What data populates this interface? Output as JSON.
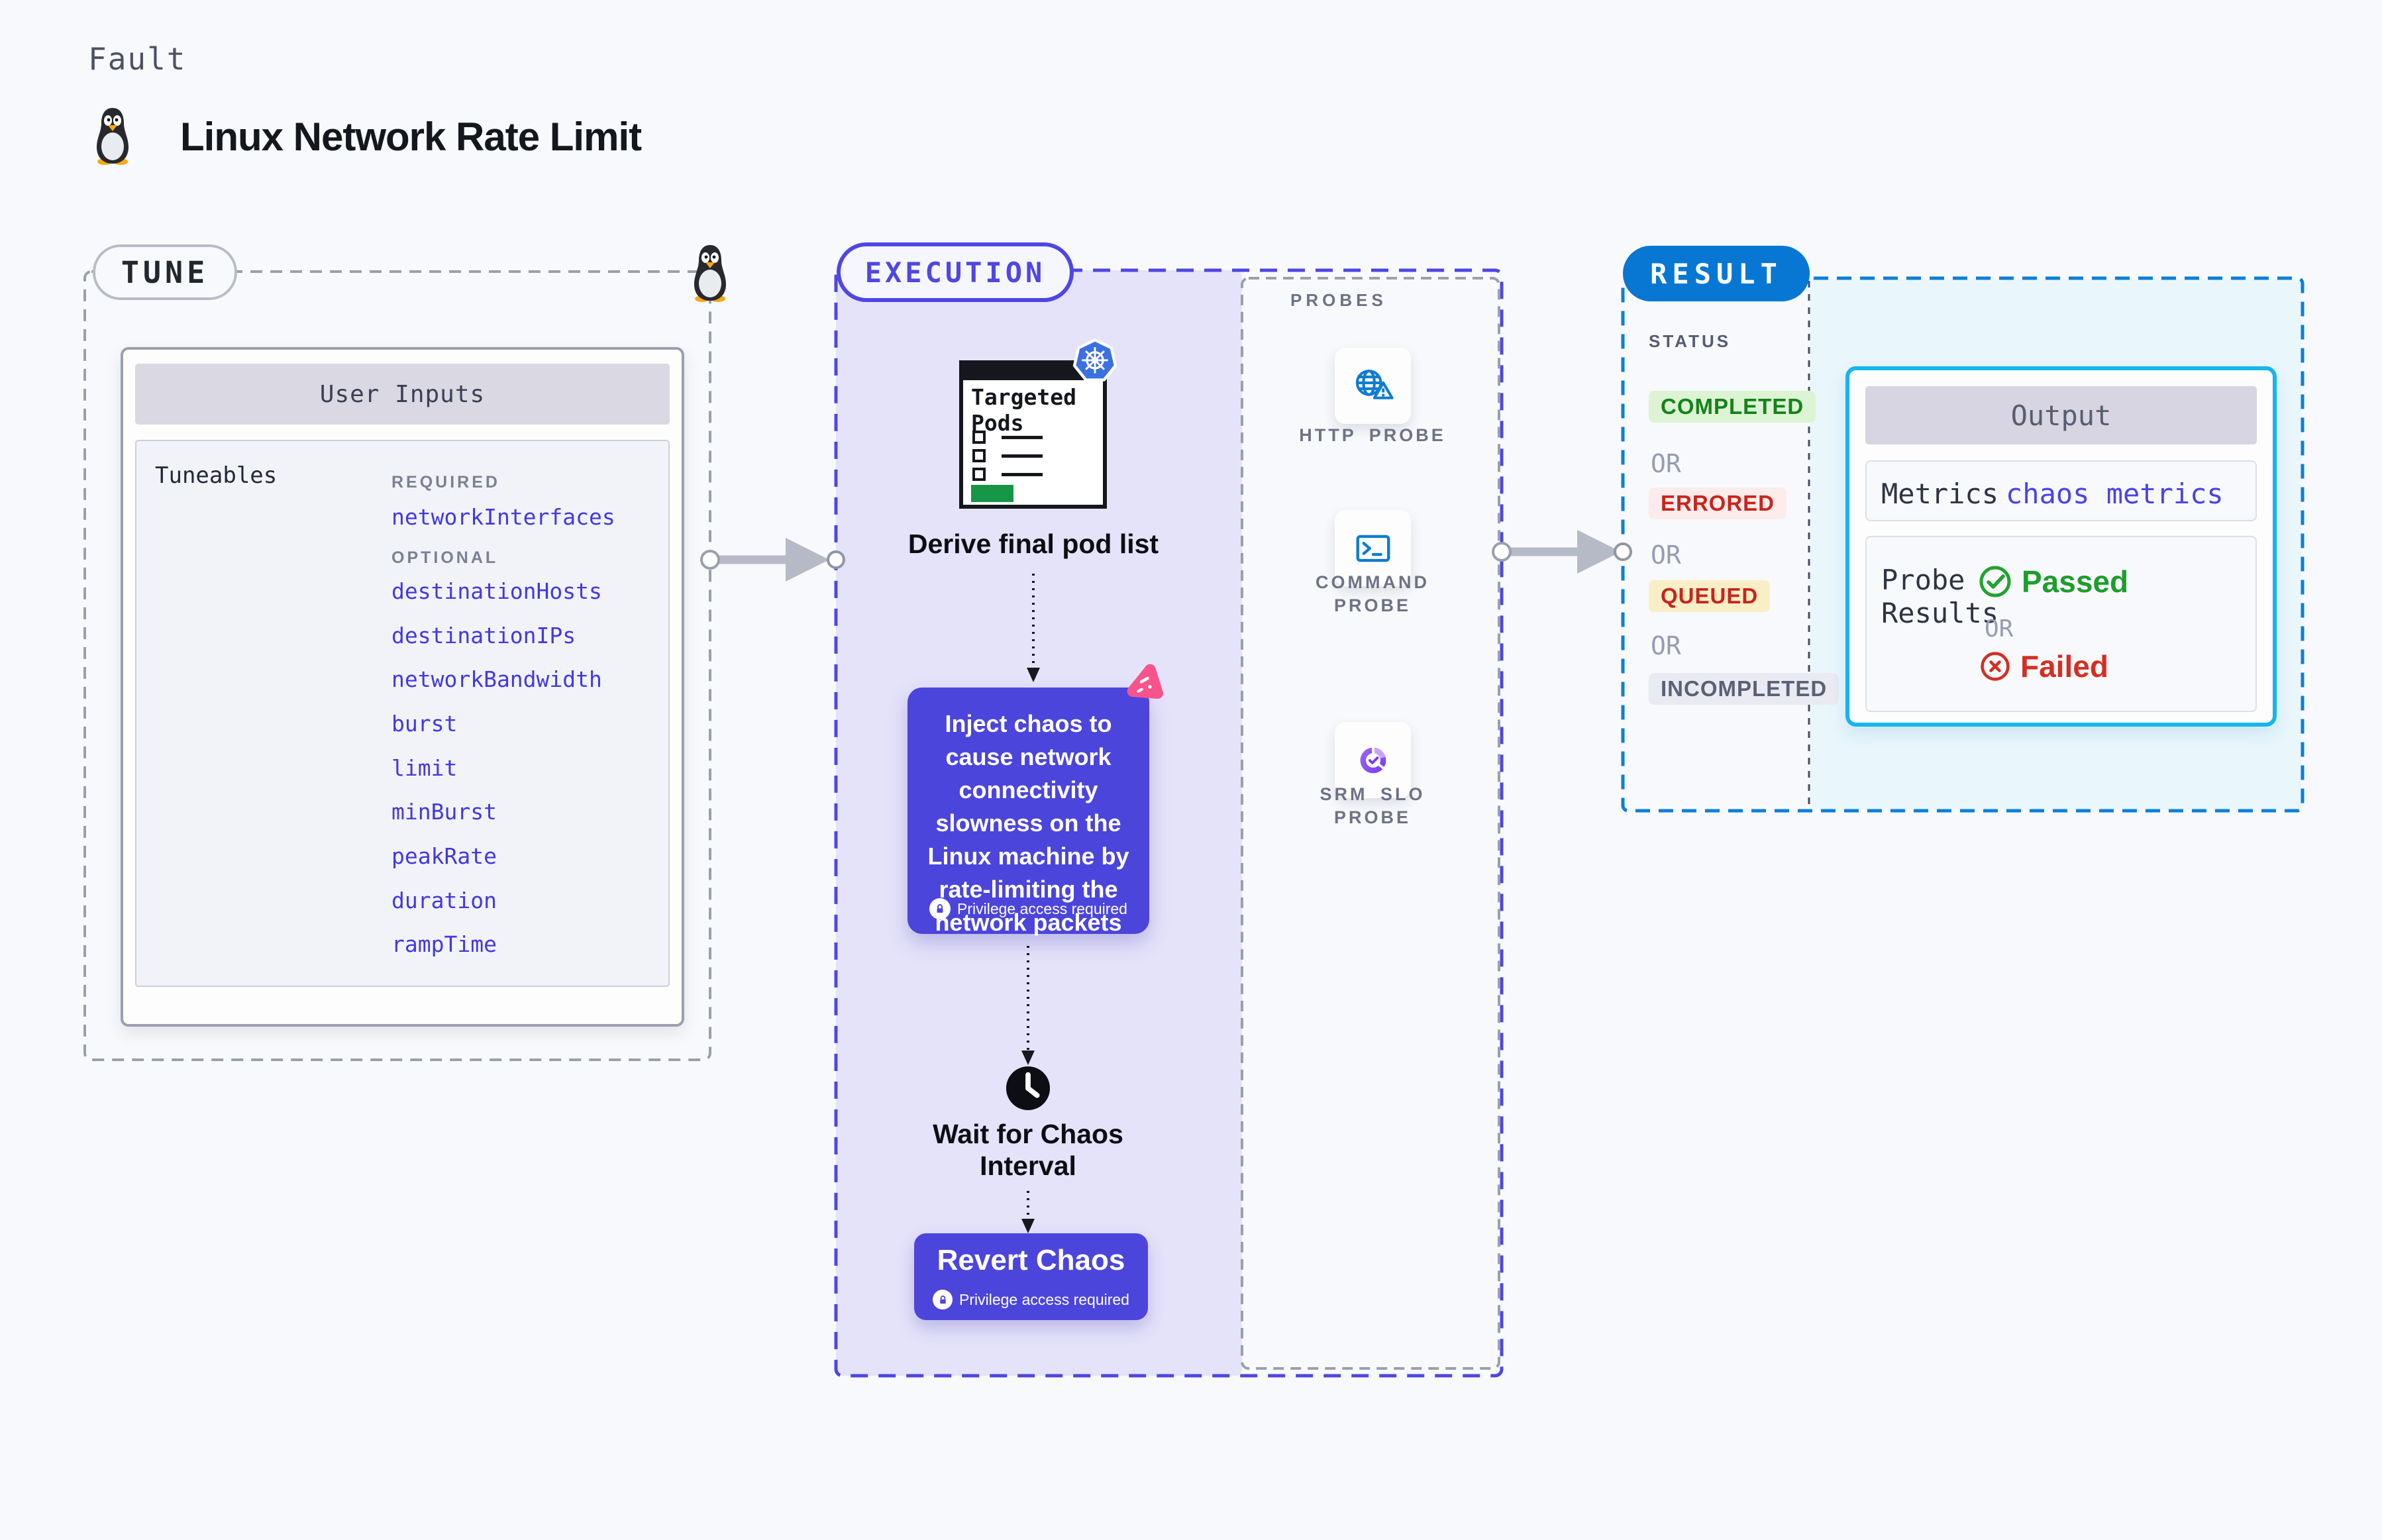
{
  "header": {
    "kicker": "Fault",
    "title": "Linux Network Rate Limit"
  },
  "tune": {
    "badge": "TUNE",
    "card_title": "User Inputs",
    "tuneables_label": "Tuneables",
    "required_label": "REQUIRED",
    "required_params": [
      "networkInterfaces"
    ],
    "optional_label": "OPTIONAL",
    "optional_params": [
      "destinationHosts",
      "destinationIPs",
      "networkBandwidth",
      "burst",
      "limit",
      "minBurst",
      "peakRate",
      "duration",
      "rampTime"
    ]
  },
  "execution": {
    "badge": "EXECUTION",
    "pods_title": "Targeted Pods",
    "derive_label": "Derive final pod list",
    "inject_text": "Inject chaos to cause network connectivity slowness on the Linux machine by rate-limiting the network packets",
    "privilege_label": "Privilege access required",
    "wait_label": "Wait for Chaos Interval",
    "revert_label": "Revert Chaos"
  },
  "probes": {
    "title": "PROBES",
    "items": [
      {
        "label": "HTTP PROBE",
        "icon": "globe-alert-icon"
      },
      {
        "label": "COMMAND PROBE",
        "icon": "terminal-icon"
      },
      {
        "label": "SRM SLO PROBE",
        "icon": "slo-pie-icon"
      }
    ]
  },
  "result": {
    "badge": "RESULT",
    "status_label": "STATUS",
    "or_label": "OR",
    "statuses": [
      {
        "label": "COMPLETED"
      },
      {
        "label": "ERRORED"
      },
      {
        "label": "QUEUED"
      },
      {
        "label": "INCOMPLETED"
      }
    ],
    "output": {
      "title": "Output",
      "metrics_label": "Metrics",
      "metrics_value": "chaos metrics",
      "probe_results_label": "Probe Results",
      "passed_label": "Passed",
      "failed_label": "Failed"
    }
  },
  "colors": {
    "accent_indigo": "#4f46e5",
    "execution_fill": "#e5e3fa",
    "inject_purple": "#4c45dc",
    "result_badge_blue": "#0777d3",
    "result_border_blue": "#0a80d8",
    "output_border_cyan": "#16b5ec",
    "result_fill_blue": "#e9f6fc",
    "param_link": "#4338e0",
    "passed_green": "#1d9e2d",
    "failed_red": "#d32f23",
    "completed_green": "#15831c",
    "errored_red": "#c9241c",
    "chaos_pink": "#f9538b",
    "k8s_blue": "#3b70e0",
    "probe_icon_blue": "#0f7cd0",
    "srm_purple": "#7c3aed",
    "pods_green": "#169647"
  }
}
